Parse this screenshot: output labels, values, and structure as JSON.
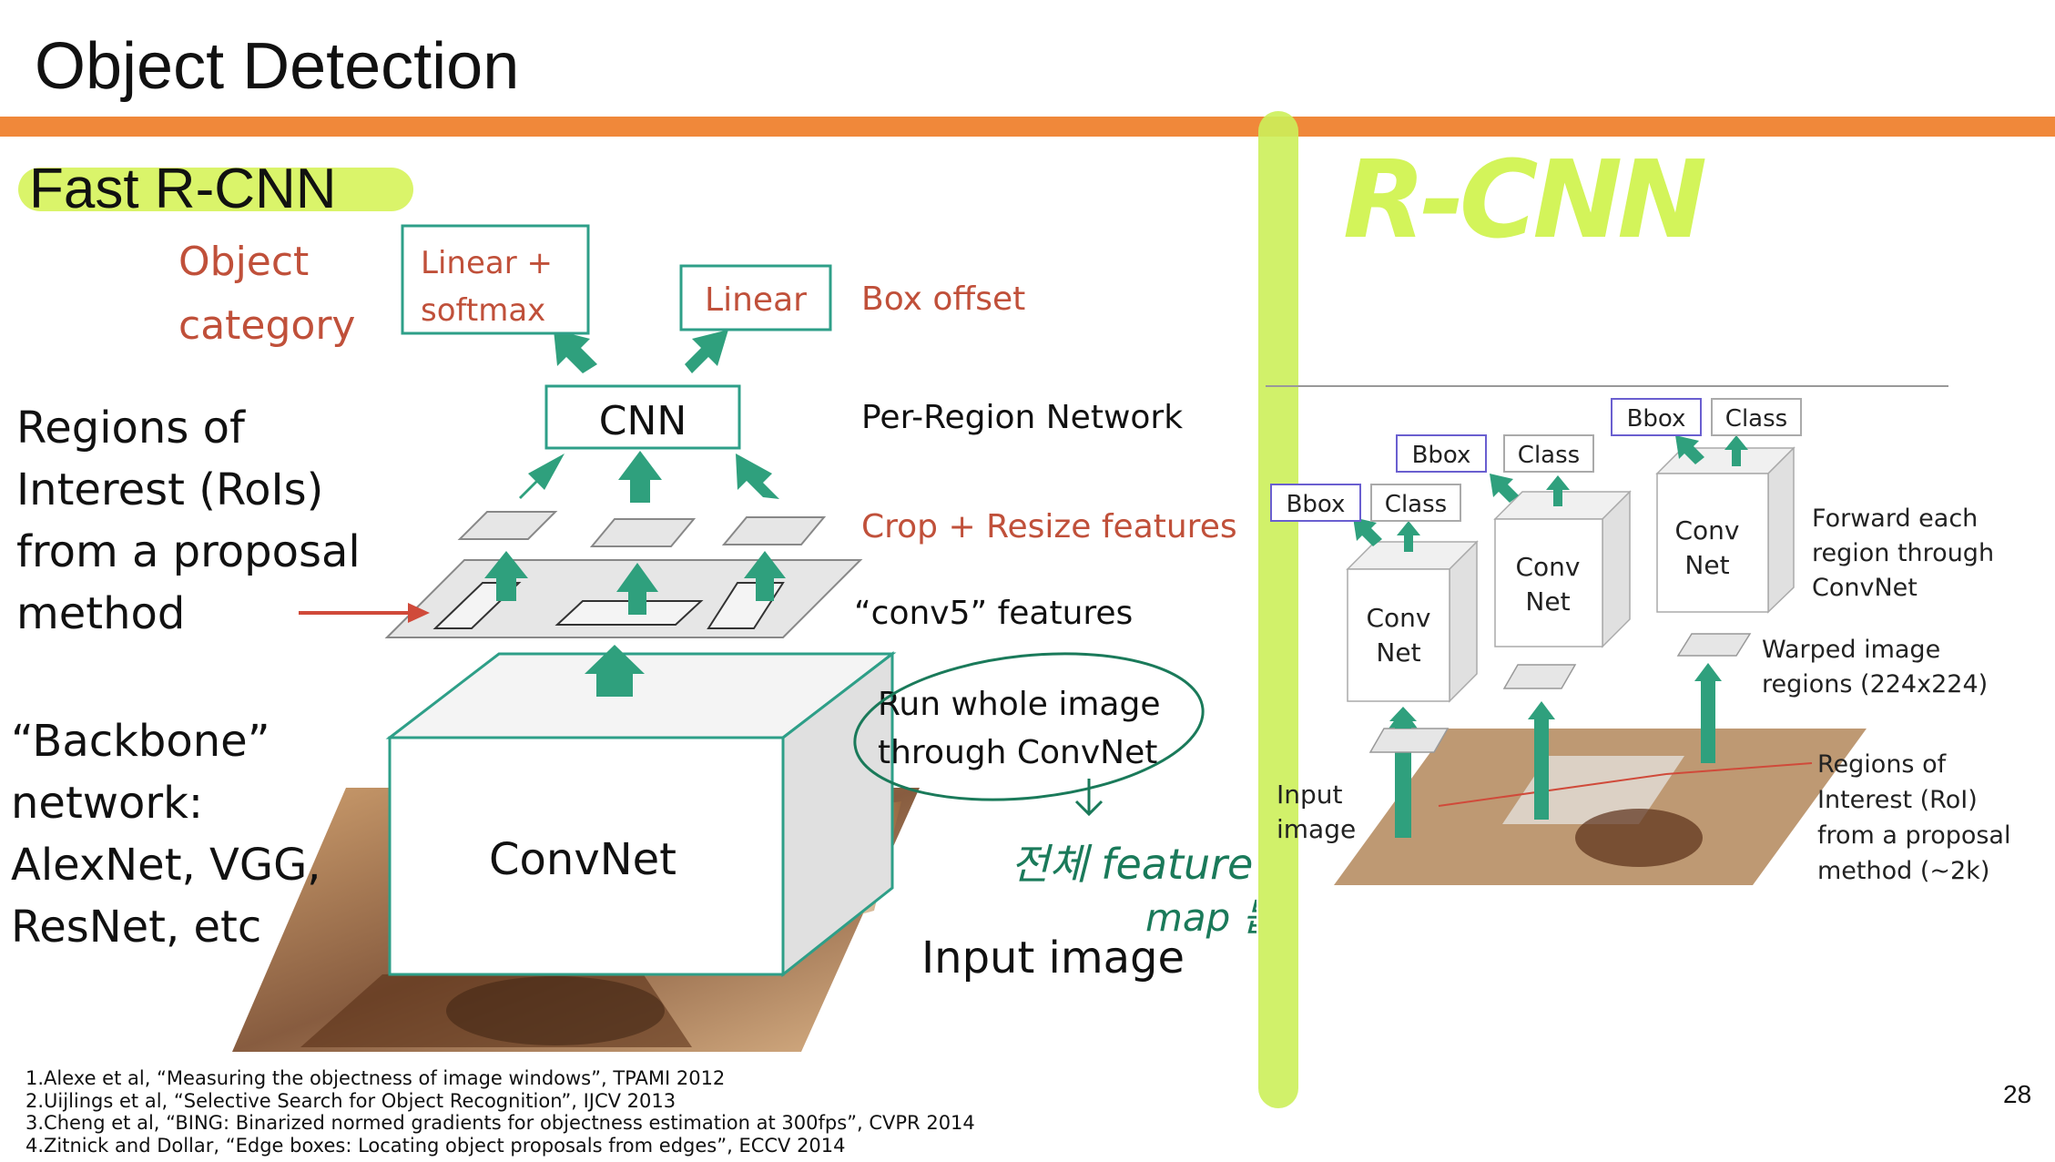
{
  "slide": {
    "title": "Object Detection",
    "subtitle": "Fast R-CNN",
    "side_label": "R-CNN",
    "page_number": "28"
  },
  "fast_rcnn": {
    "object_category": [
      "Object",
      "category"
    ],
    "linear_softmax": [
      "Linear +",
      "softmax"
    ],
    "linear": "Linear",
    "box_offset": "Box offset",
    "cnn": "CNN",
    "per_region_network": "Per-Region Network",
    "crop_resize": "Crop + Resize features",
    "conv5": "“conv5” features",
    "run_whole": [
      "Run whole image",
      "through ConvNet"
    ],
    "rois_label": [
      "Regions of",
      "Interest (RoIs)",
      "from a proposal",
      "method"
    ],
    "backbone_label": [
      "“Backbone”",
      "network:",
      "AlexNet, VGG,",
      "ResNet, etc"
    ],
    "convnet": "ConvNet",
    "input_image": "Input image",
    "handwriting": [
      "전체 feature",
      "map 뽑기"
    ]
  },
  "rcnn": {
    "bbox": "Bbox",
    "class": "Class",
    "conv_net": [
      "Conv",
      "Net"
    ],
    "forward_each": [
      "Forward each",
      "region through",
      "ConvNet"
    ],
    "warped": [
      "Warped image",
      "regions (224x224)"
    ],
    "input_image": [
      "Input",
      "image"
    ],
    "rois": [
      "Regions of",
      "Interest (RoI)",
      "from a proposal",
      "method (~2k)"
    ]
  },
  "references": [
    "1.Alexe et al, “Measuring the objectness of image windows”, TPAMI 2012",
    "2.Uijlings et al, “Selective Search for Object Recognition”, IJCV 2013",
    "3.Cheng et al, “BING: Binarized normed gradients for objectness estimation at 300fps”, CVPR 2014",
    "4.Zitnick and Dollar, “Edge boxes: Locating object proposals from edges”, ECCV 2014"
  ],
  "colors": {
    "accent_orange": "#f0883a",
    "highlight_green": "#d6f35a",
    "teal_arrow": "#2fa07d",
    "box_teal": "#2e9f88",
    "label_red": "#c0503a",
    "bbox_purple": "#6a5fd0",
    "ink_green": "#1a7a5a"
  }
}
